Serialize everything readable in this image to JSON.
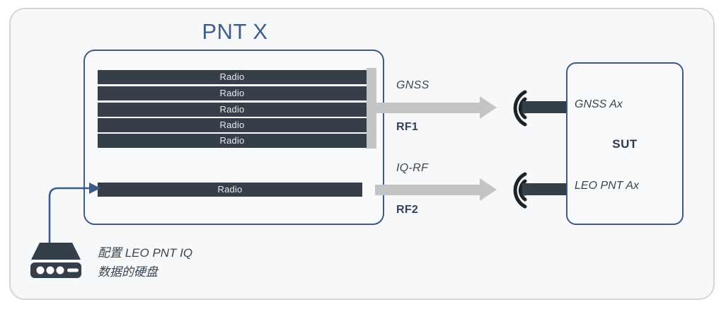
{
  "diagram": {
    "title": "PNT X",
    "pnt_box": {
      "label": "PNT X",
      "radios_group_rf1": [
        {
          "label": "Radio"
        },
        {
          "label": "Radio"
        },
        {
          "label": "Radio"
        },
        {
          "label": "Radio"
        },
        {
          "label": "Radio"
        }
      ],
      "radio_rf2": {
        "label": "Radio"
      }
    },
    "signal_paths": [
      {
        "signal_label": "GNSS",
        "port_label": "RF1"
      },
      {
        "signal_label": "IQ-RF",
        "port_label": "RF2"
      }
    ],
    "antennas": [
      {
        "name": "gnss-antenna-icon"
      },
      {
        "name": "leo-pnt-antenna-icon"
      }
    ],
    "sut": {
      "name": "SUT",
      "ports": [
        {
          "label": "GNSS Ax"
        },
        {
          "label": "LEO PNT Ax"
        }
      ]
    },
    "storage": {
      "icon": "hard-drive-icon",
      "caption_line1": "配置 LEO PNT IQ",
      "caption_line2": "数据的硬盘"
    },
    "colors": {
      "frame_border": "#d5d5d5",
      "frame_background": "#f7f8f9",
      "box_border": "#3c5a8a",
      "title_text": "#3f5f8a",
      "radio_fill": "#343f4a",
      "radio_text": "#e8ebee",
      "rf_arrow": "#c3c4c6",
      "connector_blue": "#3c5a8a",
      "label_text": "#3a4551"
    }
  }
}
